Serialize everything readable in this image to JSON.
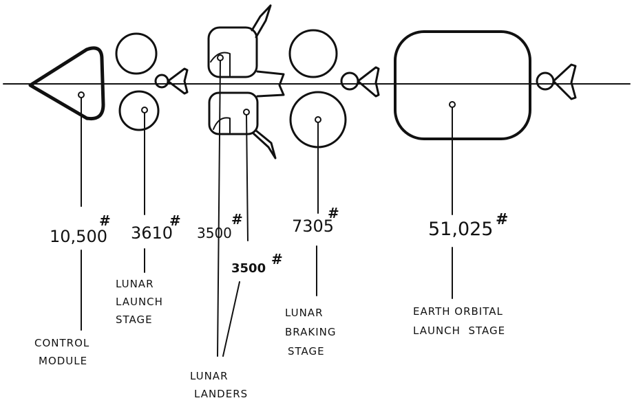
{
  "components": [
    {
      "key": "control_module",
      "weight": "10,500",
      "unit": "#",
      "label_lines": [
        "CONTROL",
        "MODULE"
      ]
    },
    {
      "key": "lunar_launch_stage",
      "weight": "3610",
      "unit": "#",
      "label_lines": [
        "LUNAR",
        "LAUNCH",
        "STAGE"
      ]
    },
    {
      "key": "lunar_lander_upper",
      "weight": "3500",
      "unit": "#"
    },
    {
      "key": "lunar_lander_lower",
      "weight": "3500",
      "unit": "#"
    },
    {
      "key": "lunar_landers_label",
      "label_lines": [
        "LUNAR",
        "LANDERS"
      ]
    },
    {
      "key": "lunar_braking_stage",
      "weight": "7305",
      "unit": "#",
      "label_lines": [
        "LUNAR",
        "BRAKING",
        "STAGE"
      ]
    },
    {
      "key": "earth_orbital_launch_stage",
      "weight": "51,025",
      "unit": "#",
      "label_lines": [
        "EARTH ORBITAL",
        "LAUNCH  STAGE"
      ]
    }
  ]
}
